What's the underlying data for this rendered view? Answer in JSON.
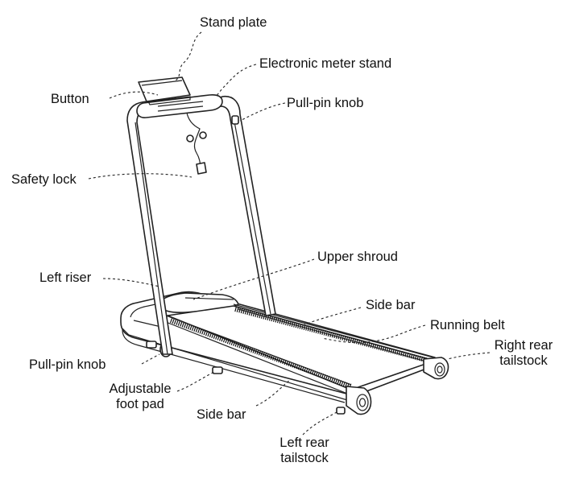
{
  "labels": {
    "stand_plate": "Stand plate",
    "electronic_meter_stand": "Electronic meter stand",
    "button": "Button",
    "pull_pin_knob_top": "Pull-pin knob",
    "safety_lock": "Safety lock",
    "upper_shroud": "Upper shroud",
    "left_riser": "Left riser",
    "side_bar_top": "Side bar",
    "running_belt": "Running belt",
    "right_rear_tailstock_l1": "Right rear",
    "right_rear_tailstock_l2": "tailstock",
    "pull_pin_knob_bottom": "Pull-pin knob",
    "adjustable_foot_pad_l1": "Adjustable",
    "adjustable_foot_pad_l2": "foot pad",
    "side_bar_bottom": "Side bar",
    "left_rear_tailstock_l1": "Left rear",
    "left_rear_tailstock_l2": "tailstock"
  }
}
